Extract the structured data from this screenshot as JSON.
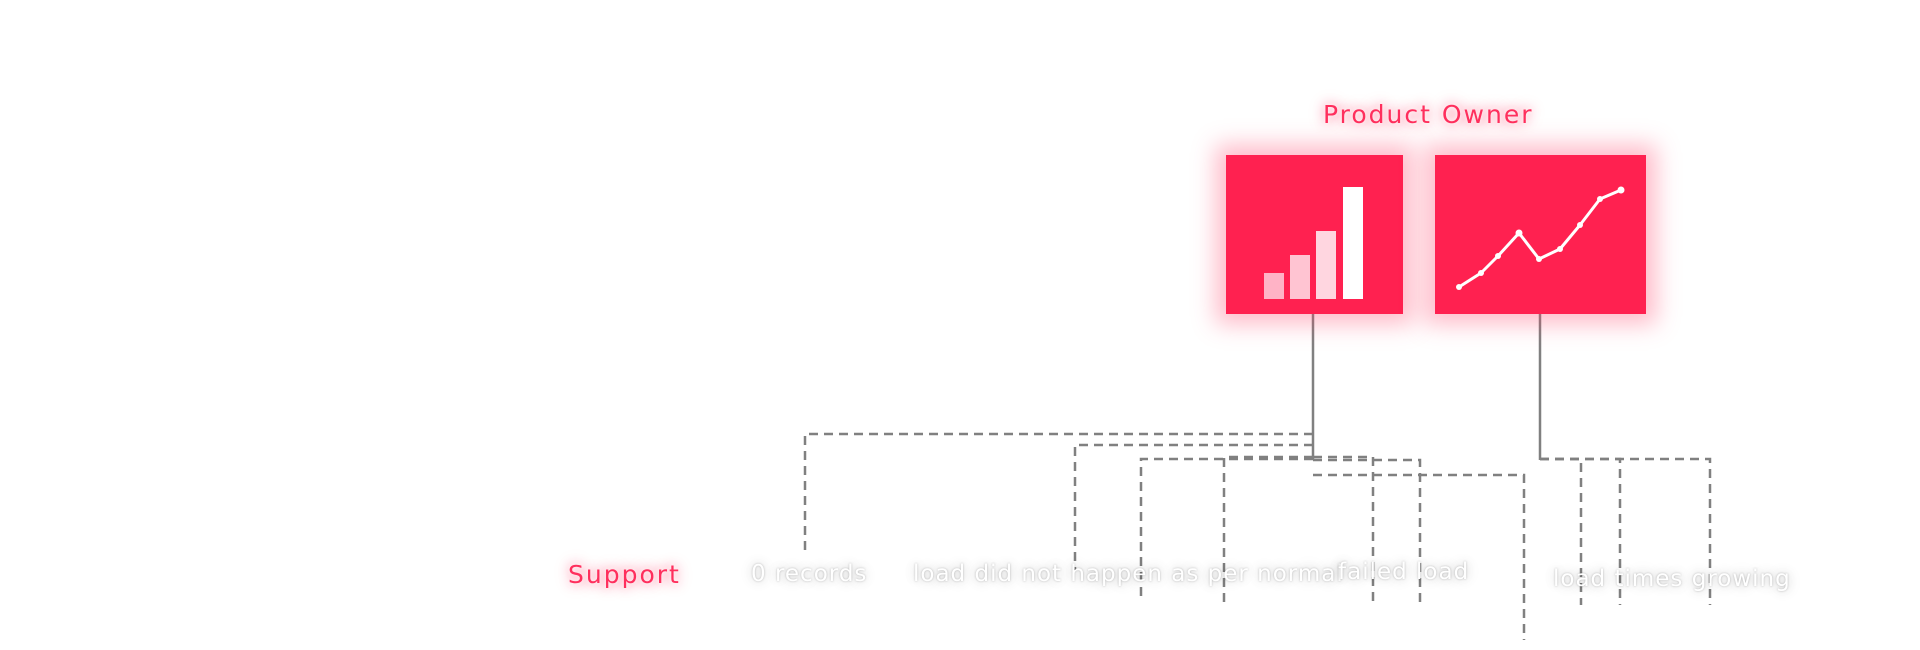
{
  "labels": {
    "product_owner": "Product Owner",
    "support": "Support",
    "zero_records": "0 records",
    "load_not_normal": "load did not happen as per normal",
    "failed_load": "failed load",
    "load_times_growing": "load times growing"
  },
  "icons": {
    "left_panel": "bar-chart-icon",
    "right_panel": "line-chart-icon"
  },
  "colors": {
    "accent": "#ff2150",
    "label_pink": "#ff2f5d",
    "connector": "#808080"
  }
}
